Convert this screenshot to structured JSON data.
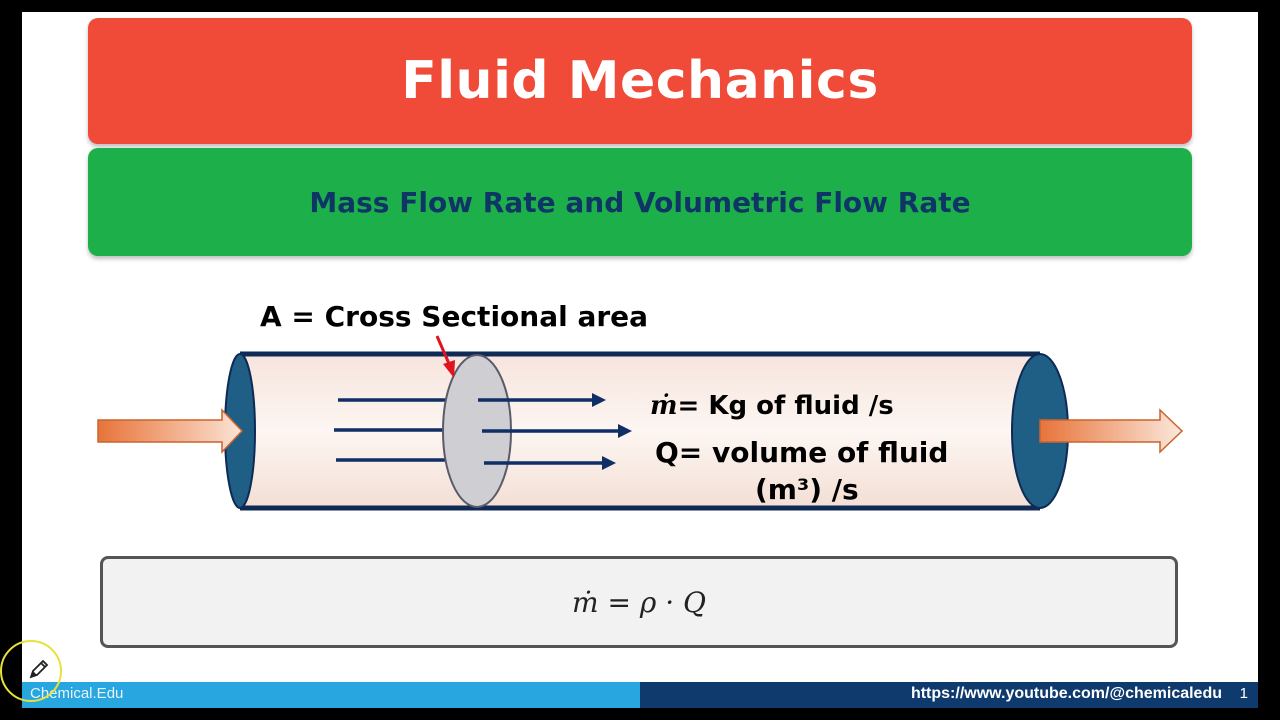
{
  "slide": {
    "title": "Fluid Mechanics",
    "subtitle": "Mass Flow Rate and Volumetric Flow Rate"
  },
  "diagram": {
    "area_label": "A = Cross Sectional area",
    "mdot_symbol": "ṁ",
    "mdot_text": "= Kg of fluid /s",
    "q_text_line1": "Q= volume of fluid",
    "q_text_line2": "(m³) /s"
  },
  "equation": {
    "text": "ṁ = ρ · Q"
  },
  "footer": {
    "brand": "Chemical.Edu",
    "url": "https://www.youtube.com/@chemicaledu",
    "page_number": "1"
  },
  "icons": {
    "cursor": "pen-cursor-icon"
  },
  "colors": {
    "title_bg": "#f04a38",
    "subtitle_bg": "#1db04a",
    "subtitle_text": "#0f3566",
    "pipe_end": "#1f5f86",
    "flow_line": "#0f2f66",
    "pointer_arrow": "#e0141e",
    "footer_left": "#27a6df",
    "footer_right": "#0e3a6e"
  }
}
